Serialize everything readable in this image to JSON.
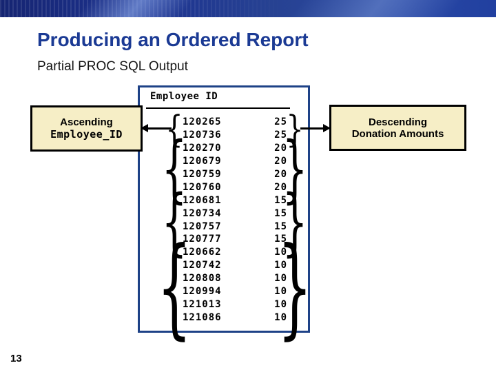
{
  "slide": {
    "title": "Producing an Ordered Report",
    "subtitle": "Partial PROC SQL Output",
    "page_number": "13"
  },
  "output_table": {
    "column_header": "Employee ID",
    "rows": [
      {
        "employee_id": "120265",
        "amount": "25"
      },
      {
        "employee_id": "120736",
        "amount": "25"
      },
      {
        "employee_id": "120270",
        "amount": "20"
      },
      {
        "employee_id": "120679",
        "amount": "20"
      },
      {
        "employee_id": "120759",
        "amount": "20"
      },
      {
        "employee_id": "120760",
        "amount": "20"
      },
      {
        "employee_id": "120681",
        "amount": "15"
      },
      {
        "employee_id": "120734",
        "amount": "15"
      },
      {
        "employee_id": "120757",
        "amount": "15"
      },
      {
        "employee_id": "120777",
        "amount": "15"
      },
      {
        "employee_id": "120662",
        "amount": "10"
      },
      {
        "employee_id": "120742",
        "amount": "10"
      },
      {
        "employee_id": "120808",
        "amount": "10"
      },
      {
        "employee_id": "120994",
        "amount": "10"
      },
      {
        "employee_id": "121013",
        "amount": "10"
      },
      {
        "employee_id": "121086",
        "amount": "10"
      }
    ],
    "groups": [
      {
        "amount": "25",
        "row_start": 0,
        "row_count": 2
      },
      {
        "amount": "20",
        "row_start": 2,
        "row_count": 4
      },
      {
        "amount": "15",
        "row_start": 6,
        "row_count": 4
      },
      {
        "amount": "10",
        "row_start": 10,
        "row_count": 6
      }
    ]
  },
  "callouts": {
    "left": {
      "line1": "Ascending",
      "line2": "Employee_ID"
    },
    "right": {
      "line1": "Descending",
      "line2": "Donation Amounts"
    }
  },
  "colors": {
    "title_blue": "#1b3a94",
    "table_border_blue": "#1e4287",
    "callout_bg": "#f6eec6",
    "banner_dark": "#162572",
    "banner_light": "#2a48a4"
  }
}
